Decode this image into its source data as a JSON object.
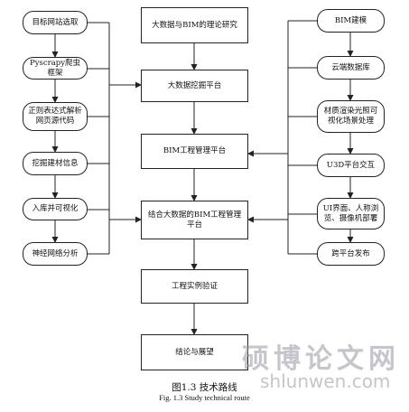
{
  "center": [
    "大数据与BIM的理论研究",
    "大数据挖掘平台",
    "BIM工程管理平台",
    "结合大数据的BIM工程管理平台",
    "工程实例验证",
    "结论与展望"
  ],
  "left": [
    "目标网站选取",
    "Pyscrapy爬虫框架",
    "正则表达式解析网页源代码",
    "挖掘建材信息",
    "入库并可视化",
    "神经网络分析"
  ],
  "right": [
    "BIM建模",
    "云端数据库",
    "材质渲染光照可视化场景处理",
    "U3D平台交互",
    "UI界面、人称浏览、摄像机部署",
    "跨平台发布"
  ],
  "caption": {
    "cn": "图1.3 技术路线",
    "en": "Fig. 1.3 Study technical route"
  },
  "watermark": {
    "text": "硕博论文网",
    "url": "shlunwen.com"
  }
}
